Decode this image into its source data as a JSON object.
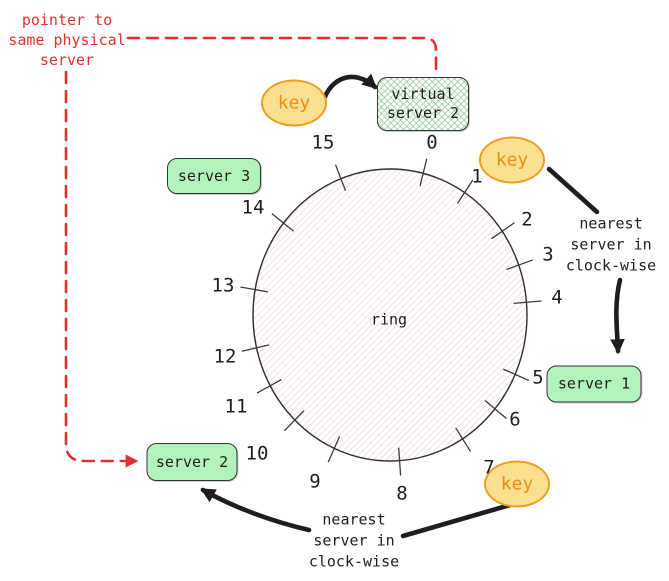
{
  "note": {
    "lines": [
      "pointer to",
      "same physical",
      "server"
    ]
  },
  "keys": {
    "top": "key",
    "right": "key",
    "bottom": "key"
  },
  "boxes": {
    "virtual_server": {
      "line1": "virtual",
      "line2": "server 2"
    },
    "server1": "server 1",
    "server2": "server 2",
    "server3": "server 3"
  },
  "ring": {
    "label": "ring",
    "ticks": [
      "0",
      "1",
      "2",
      "3",
      "4",
      "5",
      "6",
      "7",
      "8",
      "9",
      "10",
      "11",
      "12",
      "13",
      "14",
      "15"
    ]
  },
  "annotations": {
    "right": {
      "lines": [
        "nearest",
        "server in",
        "clock-wise"
      ]
    },
    "bottom": {
      "lines": [
        "nearest",
        "server in",
        "clock-wise"
      ]
    }
  },
  "colors": {
    "ink": "#1e1e1e",
    "red": "#e03131",
    "server_green": "#b2f2bb",
    "key_yellow": "#fbe091",
    "key_orange_stroke": "#ef9d20",
    "key_orange_text": "#ec8b15",
    "ring_hatch_pink": "#f3c1c1",
    "virtual_hatch_green": "#bfe3bf"
  }
}
